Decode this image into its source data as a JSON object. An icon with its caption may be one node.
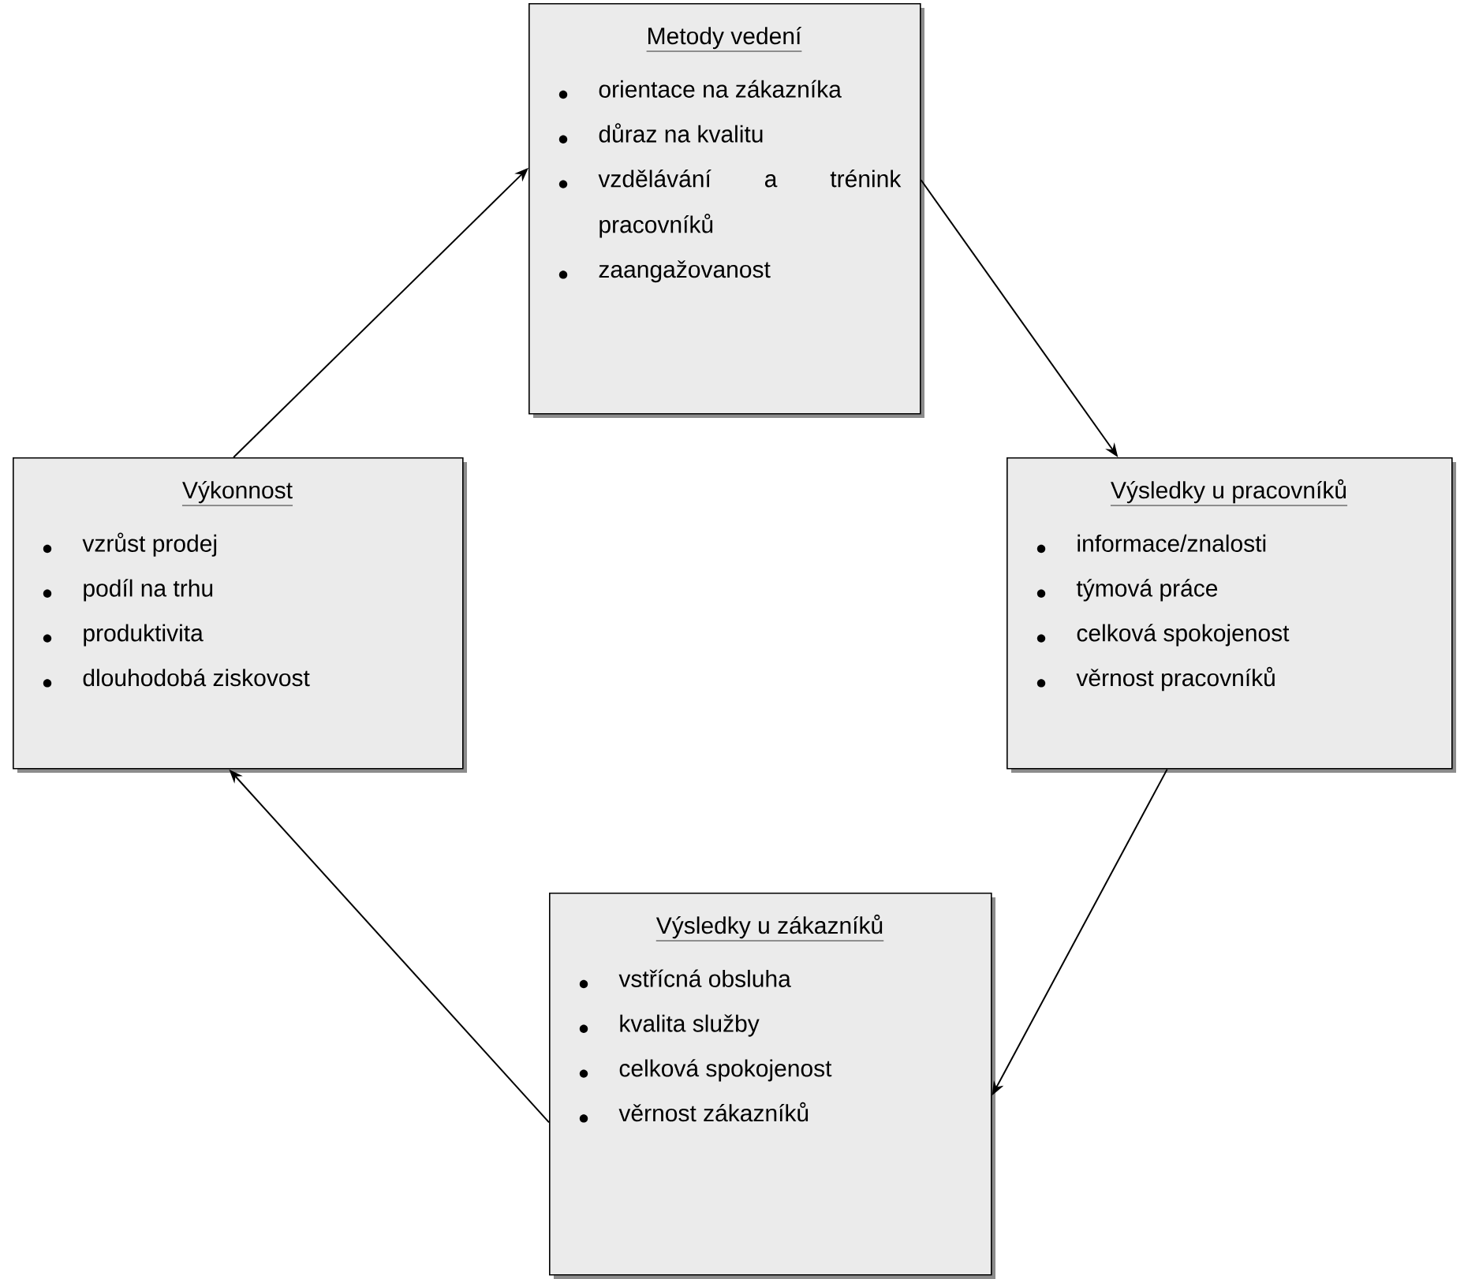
{
  "diagram": {
    "nodes": [
      {
        "text": [
          "Metody vedení",
          "orientace na zákazníka",
          "důraz na kvalitu",
          "vzdělávání a trénink pracovníků",
          "zaangažovanost"
        ]
      },
      {
        "text": [
          "Výkonnost",
          "vzrůst prodej",
          "podíl na trhu",
          "produktivita",
          "dlouhodobá ziskovost"
        ]
      },
      {
        "text": [
          "Výsledky u pracovníků",
          "informace/znalosti",
          "týmová práce",
          "celková spokojenost",
          "věrnost pracovníků"
        ]
      },
      {
        "text": [
          "Výsledky u zákazníků",
          "vstřícná obsluha",
          "kvalita služby",
          "celková spokojenost",
          "věrnost zákazníků"
        ]
      }
    ],
    "edges": [
      {
        "from": 0,
        "to": 2,
        "arrow": "to"
      },
      {
        "from": 2,
        "to": 3,
        "arrow": "to"
      },
      {
        "from": 3,
        "to": 1,
        "arrow": "to"
      },
      {
        "from": 1,
        "to": 0,
        "arrow": "to"
      }
    ]
  }
}
